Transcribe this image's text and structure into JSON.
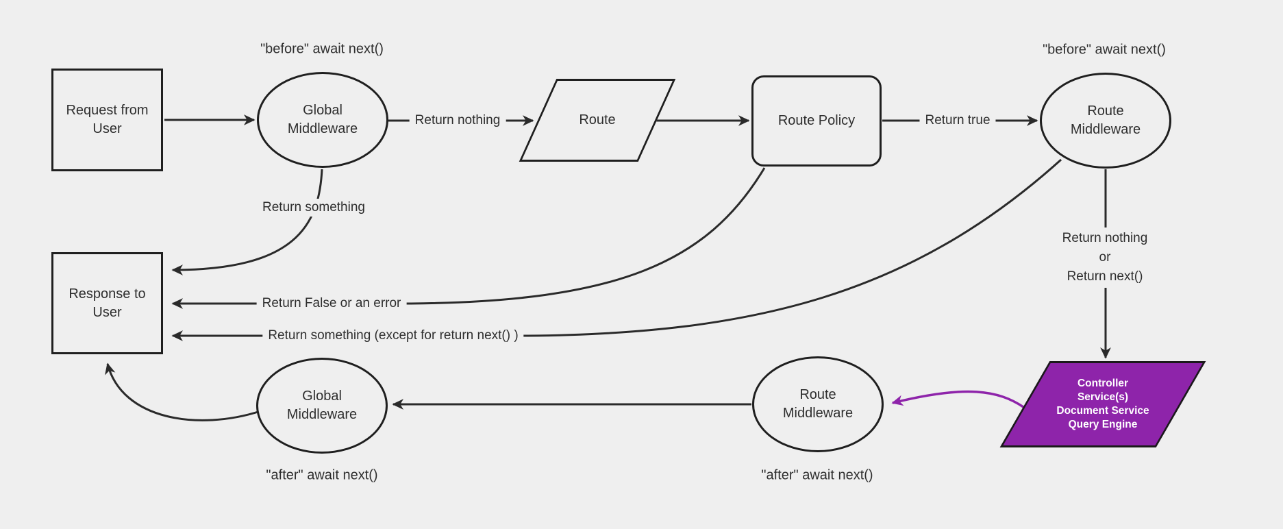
{
  "canvas": {
    "background": "#efefef",
    "stroke_color": "#2a2a2a",
    "text_color": "#2e2e2e",
    "accent_purple": "#8E24AA"
  },
  "nodes": {
    "request": {
      "lines": [
        "Request from",
        "User"
      ]
    },
    "global_middleware_top": {
      "lines": [
        "Global",
        "Middleware"
      ],
      "annotation": "\"before\" await next()"
    },
    "route": {
      "label": "Route"
    },
    "route_policy": {
      "label": "Route Policy"
    },
    "route_middleware_top": {
      "lines": [
        "Route",
        "Middleware"
      ],
      "annotation": "\"before\" await next()"
    },
    "response": {
      "lines": [
        "Response to",
        "User"
      ]
    },
    "route_middleware_bottom": {
      "lines": [
        "Route",
        "Middleware"
      ],
      "annotation": "\"after\" await next()"
    },
    "global_middleware_bottom": {
      "lines": [
        "Global",
        "Middleware"
      ],
      "annotation": "\"after\" await next()"
    },
    "controller": {
      "lines": [
        "Controller",
        "Service(s)",
        "Document Service",
        "Query Engine"
      ]
    }
  },
  "edge_labels": {
    "return_nothing_top": "Return nothing",
    "return_true": "Return true",
    "return_something": "Return something",
    "return_false": "Return False or an error",
    "return_something_except": "Return something (except for return next() )",
    "return_nothing_or": {
      "lines": [
        "Return nothing",
        "or",
        "Return next()"
      ]
    }
  }
}
